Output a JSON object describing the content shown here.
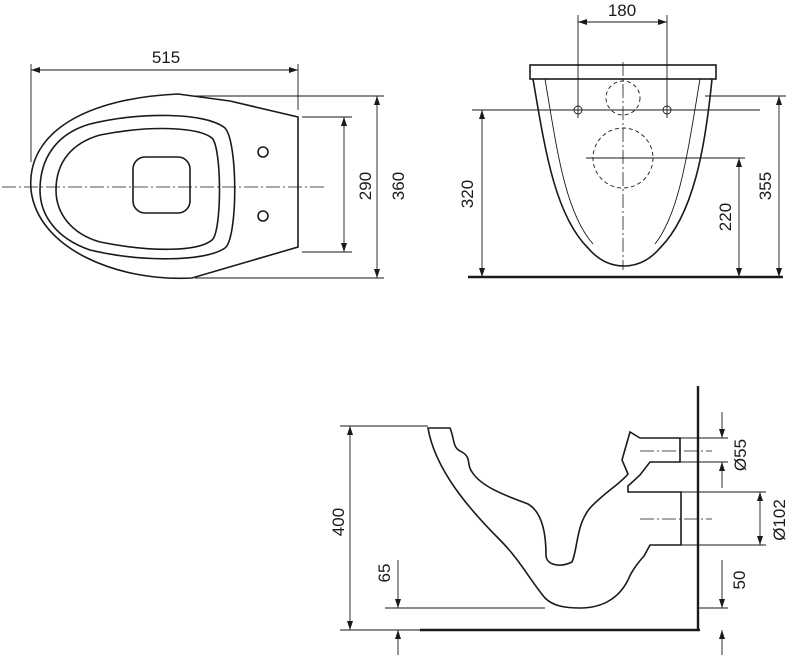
{
  "dimensions": {
    "top_view_width": "515",
    "top_view_inner_height": "290",
    "top_view_outer_height": "360",
    "front_view_hole_spacing": "180",
    "front_view_fixing_height": "320",
    "front_view_drain_height": "220",
    "front_view_total_height": "355",
    "side_view_height": "400",
    "side_view_gap": "65",
    "inlet_diameter": "Ø55",
    "outlet_diameter": "Ø102",
    "outlet_offset": "50"
  }
}
